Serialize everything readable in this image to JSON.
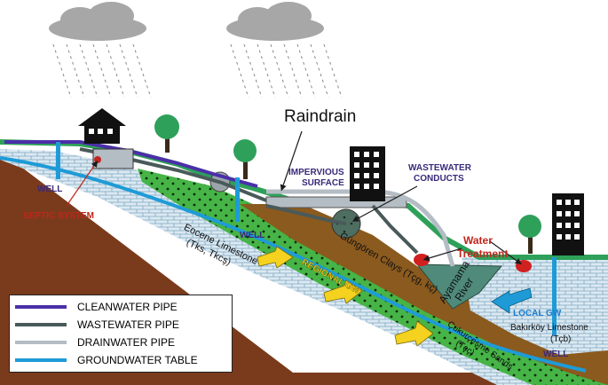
{
  "labels": {
    "raindrain": "Raindrain",
    "impervious_surface_line1": "IMPERVIOUS",
    "impervious_surface_line2": "SURFACE",
    "wastewater_conducts_line1": "WASTEWATER",
    "wastewater_conducts_line2": "CONDUCTS",
    "water_treatment_line1": "Water",
    "water_treatment_line2": "Treatment",
    "well_left": "WELL",
    "well_middle": "WELL",
    "well_right": "WELL",
    "septic_system": "SEPTIC SYSTEM",
    "eocene_limestone_line1": "Eocene   Limestone",
    "eocene_limestone_line2": "(Tks, Tkcş)",
    "regional_gw": "REGIONAL GW",
    "gungoren_clays": "Güngören Clays (Tçg, kç)",
    "ayamama_river_line1": "Ayamama",
    "ayamama_river_line2": "River",
    "cukurcesme_sands_line1": "Çukurçeşme Sands",
    "cukurcesme_sands_line2": "(Tçç)",
    "local_gw": "LOCAL GW",
    "bakirkoy_limestone_line1": "Bakırköy  Limestone",
    "bakirkoy_limestone_line2": "(Tçb)"
  },
  "legend": [
    {
      "label": "CLEANWATER PIPE",
      "color": "#4b2fa8"
    },
    {
      "label": "WASTEWATER PIPE",
      "color": "#4a5a5a"
    },
    {
      "label": "DRAINWATER PIPE",
      "color": "#b4bcc4"
    },
    {
      "label": "GROUNDWATER TABLE",
      "color": "#1e9bd7"
    }
  ],
  "colors": {
    "earth_brown": "#7a3b1c",
    "limestone_blue": "#dbe9f2",
    "sand_green": "#46b446",
    "clay_brown": "#8b5a1e",
    "grass_green": "#2ea05a",
    "river_teal": "#4f8a7a",
    "arrow_yellow": "#f4d21f",
    "label_navy": "#3a2a7a",
    "label_red": "#c0261c"
  }
}
